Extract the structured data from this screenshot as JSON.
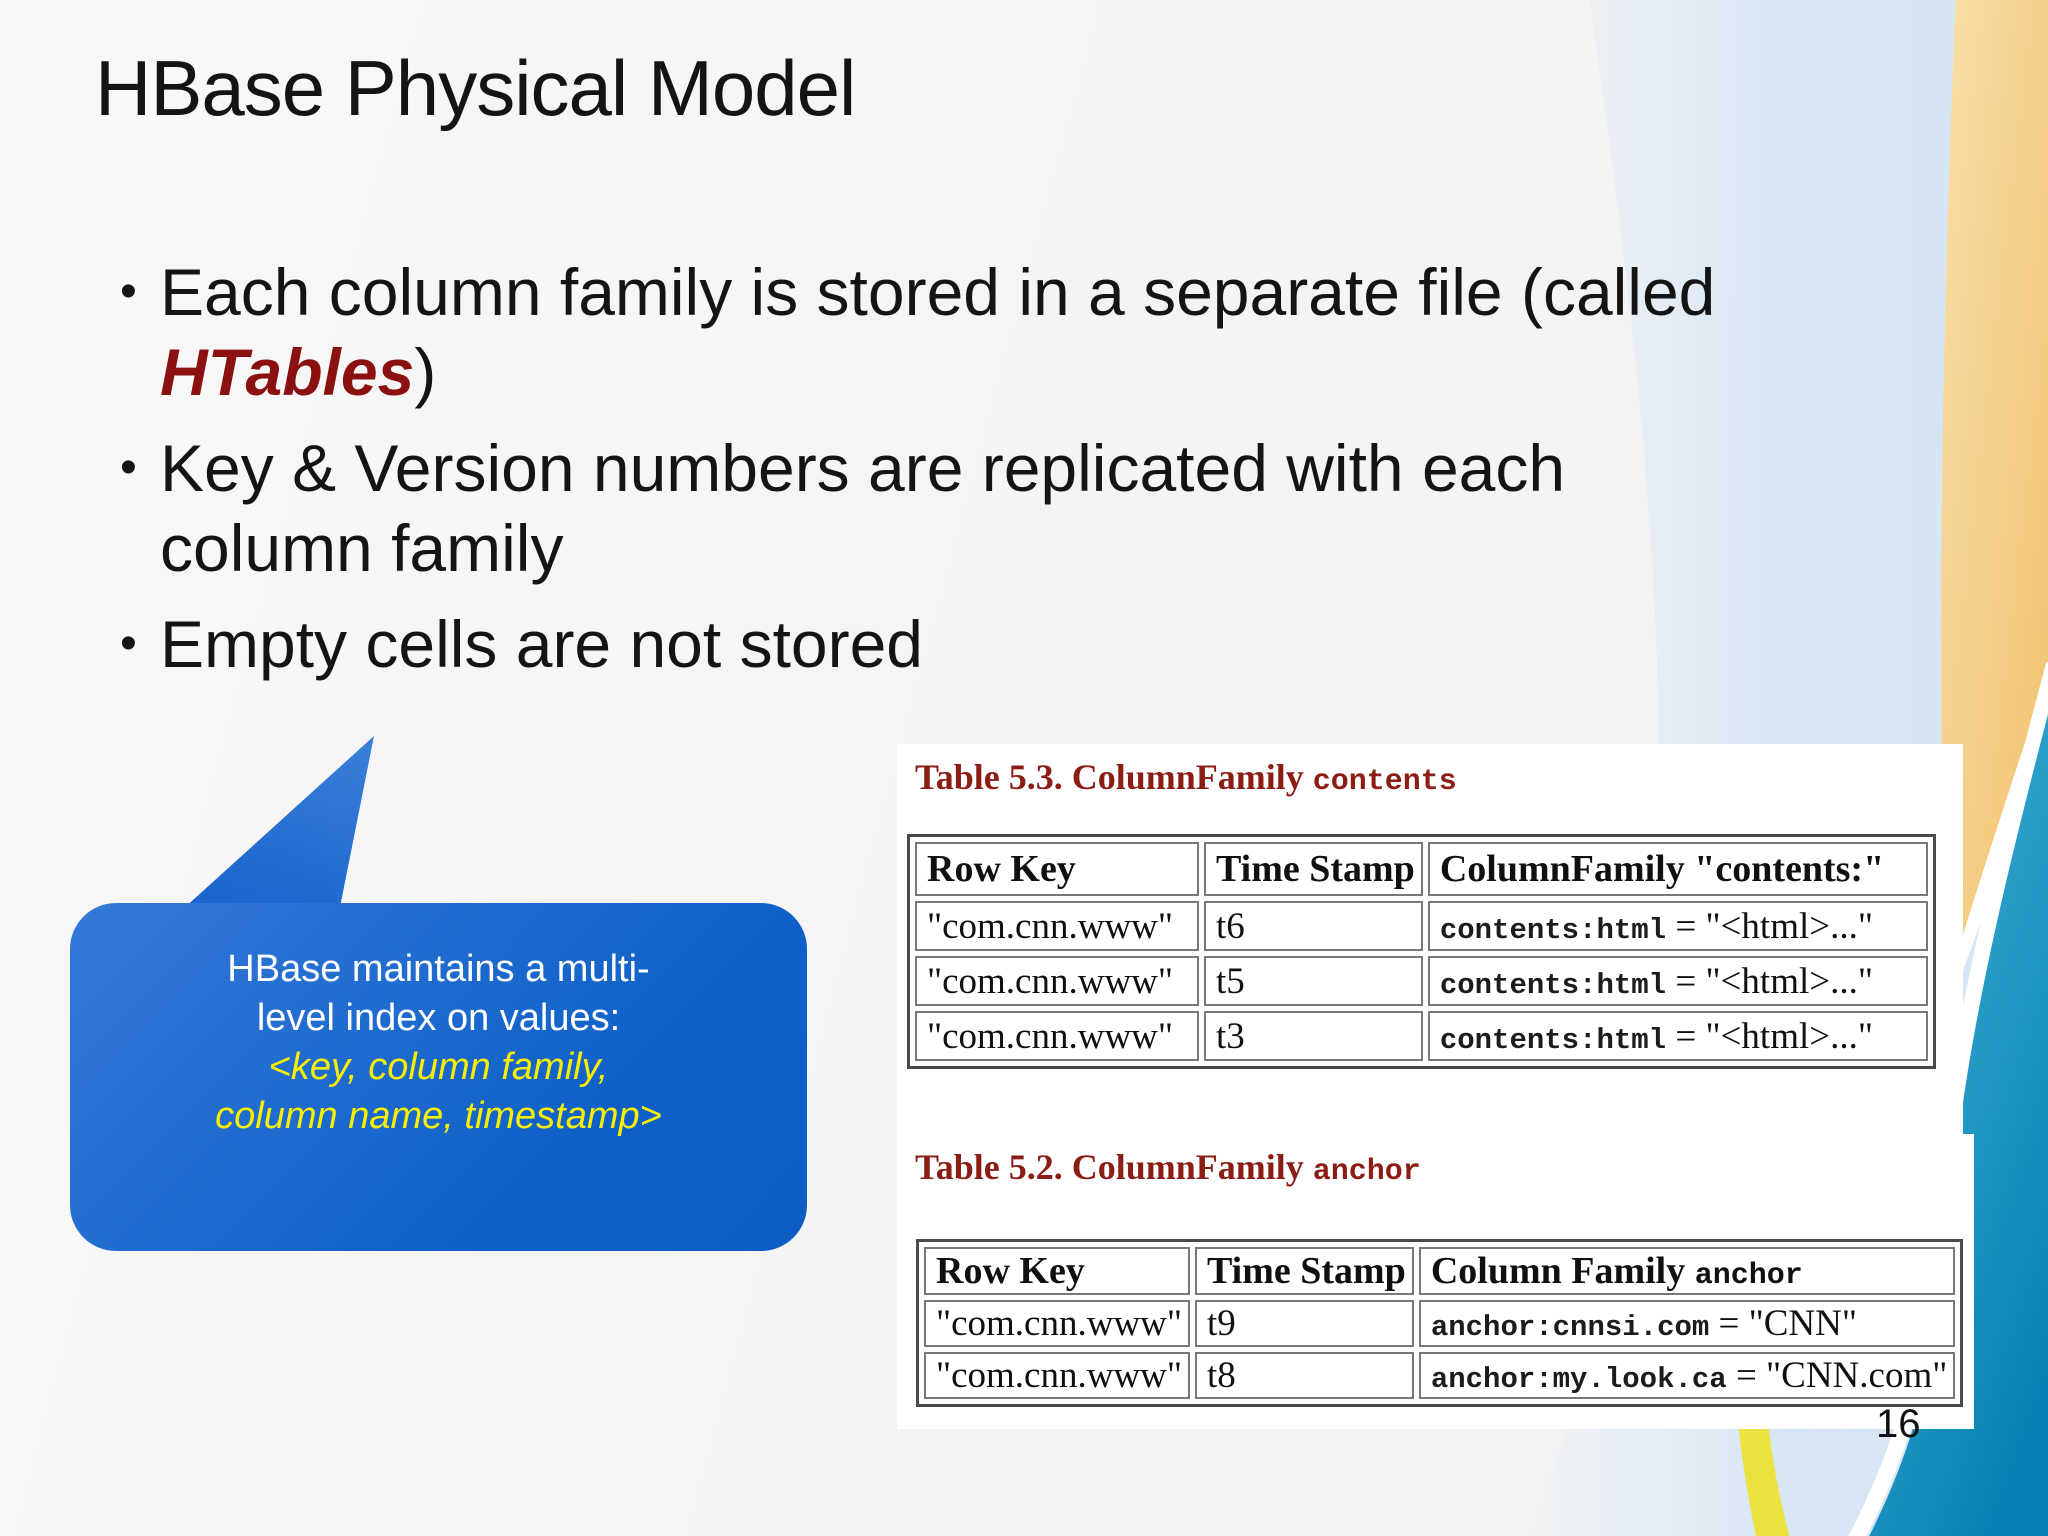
{
  "slide": {
    "title": "HBase Physical Model",
    "bullet_char": "•",
    "bullets": [
      {
        "pre": "Each column family is stored in a separate file (called ",
        "em": "HTables",
        "post": ")"
      },
      {
        "pre": "Key & Version numbers are replicated with each column family",
        "em": "",
        "post": ""
      },
      {
        "pre": "Empty cells are not stored",
        "em": "",
        "post": ""
      }
    ],
    "callout": {
      "lines": [
        "HBase maintains a multi-",
        "level index on values:",
        "<key, column family,",
        "column name, timestamp>"
      ]
    },
    "page_number": "16",
    "colors": {
      "callout_blue": "#1262c9",
      "callout_yellow": "#f7ef00",
      "emphasis_red": "#8b1111",
      "caption_red": "#8b1d15",
      "swoosh_orange": "#f2c271",
      "swoosh_teal": "#0b85b6",
      "swoosh_pale_blue": "#d9e7f5",
      "stripe_yellow": "#ece23f"
    }
  },
  "tables": [
    {
      "caption": {
        "prefix": "Table 5.3. ColumnFamily ",
        "mono": "contents"
      },
      "headers": [
        {
          "label": "Row Key",
          "mono": ""
        },
        {
          "label": "Time Stamp",
          "mono": ""
        },
        {
          "label": "ColumnFamily \"contents:\"",
          "mono": ""
        }
      ],
      "rows": [
        {
          "row_key": "\"com.cnn.www\"",
          "time_stamp": "t6",
          "cf_mono": "contents:html",
          "cf_rest": " = \"<html>...\""
        },
        {
          "row_key": "\"com.cnn.www\"",
          "time_stamp": "t5",
          "cf_mono": "contents:html",
          "cf_rest": " = \"<html>...\""
        },
        {
          "row_key": "\"com.cnn.www\"",
          "time_stamp": "t3",
          "cf_mono": "contents:html",
          "cf_rest": " = \"<html>...\""
        }
      ]
    },
    {
      "caption": {
        "prefix": "Table 5.2. ColumnFamily ",
        "mono": "anchor"
      },
      "headers": [
        {
          "label": "Row Key",
          "mono": ""
        },
        {
          "label": "Time Stamp",
          "mono": ""
        },
        {
          "label": "Column Family ",
          "mono": "anchor"
        }
      ],
      "rows": [
        {
          "row_key": "\"com.cnn.www\"",
          "time_stamp": "t9",
          "cf_mono": "anchor:cnnsi.com",
          "cf_rest": " = \"CNN\""
        },
        {
          "row_key": "\"com.cnn.www\"",
          "time_stamp": "t8",
          "cf_mono": "anchor:my.look.ca",
          "cf_rest": " = \"CNN.com\""
        }
      ]
    }
  ]
}
